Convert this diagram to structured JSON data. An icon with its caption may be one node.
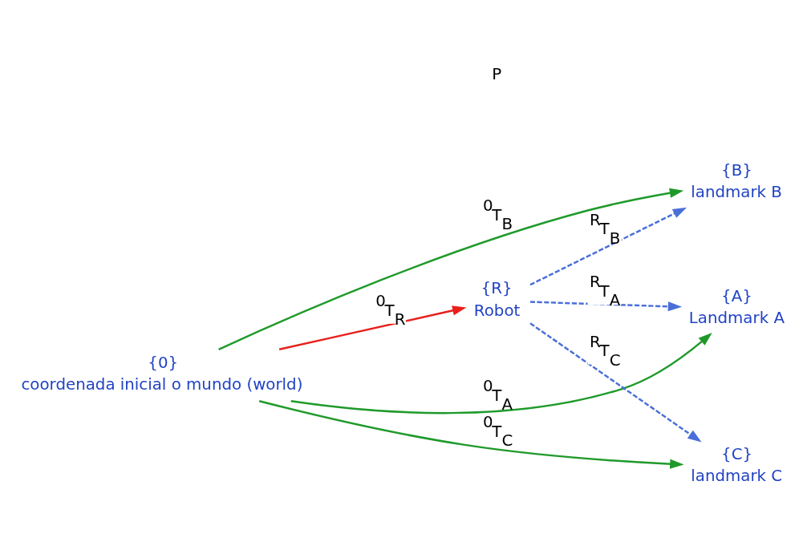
{
  "diagram": {
    "nodes": [
      {
        "text": [
          "{0}",
          "coordenada inicial o mundo (world)"
        ]
      },
      {
        "text": [
          "{B}"
        ],
        "beside": [
          "landmark B"
        ]
      },
      {
        "text": [
          "{R}"
        ],
        "beside": [
          "Robot"
        ]
      },
      {
        "text": [
          "{A}"
        ],
        "beside": [
          "Landmark A"
        ]
      },
      {
        "text": [
          "{C}"
        ],
        "beside": [
          "landmark C"
        ]
      }
    ],
    "edges": [
      {
        "from": 0,
        "to": 1,
        "arrow": "to",
        "label": "$^{0}$T$_{B}$"
      },
      {
        "from": 0,
        "to": 2,
        "arrow": "to",
        "label": "$^{0}$T$_{R}$",
        "color": "#e8201c"
      },
      {
        "from": 0,
        "to": 3,
        "arrow": "to",
        "label": "$^{0}$T$_{A}$"
      },
      {
        "from": 0,
        "to": 4,
        "arrow": "to",
        "label": "$^{0}$T$_{C}$"
      },
      {
        "from": 2,
        "to": 1,
        "arrow": "to",
        "label": "$^{R}$T$_{B}$",
        "style": "dashed",
        "color": "#4a6fd8"
      },
      {
        "from": 2,
        "to": 3,
        "arrow": "to",
        "label": "$^{R}$T$_{A}$",
        "style": "dashed",
        "color": "#4a6fd8"
      },
      {
        "from": 2,
        "to": 4,
        "arrow": "to",
        "label": "$^{R}$T$_{C}$",
        "style": "dashed",
        "color": "#4a6fd8"
      }
    ],
    "labels": [
      "P"
    ]
  }
}
